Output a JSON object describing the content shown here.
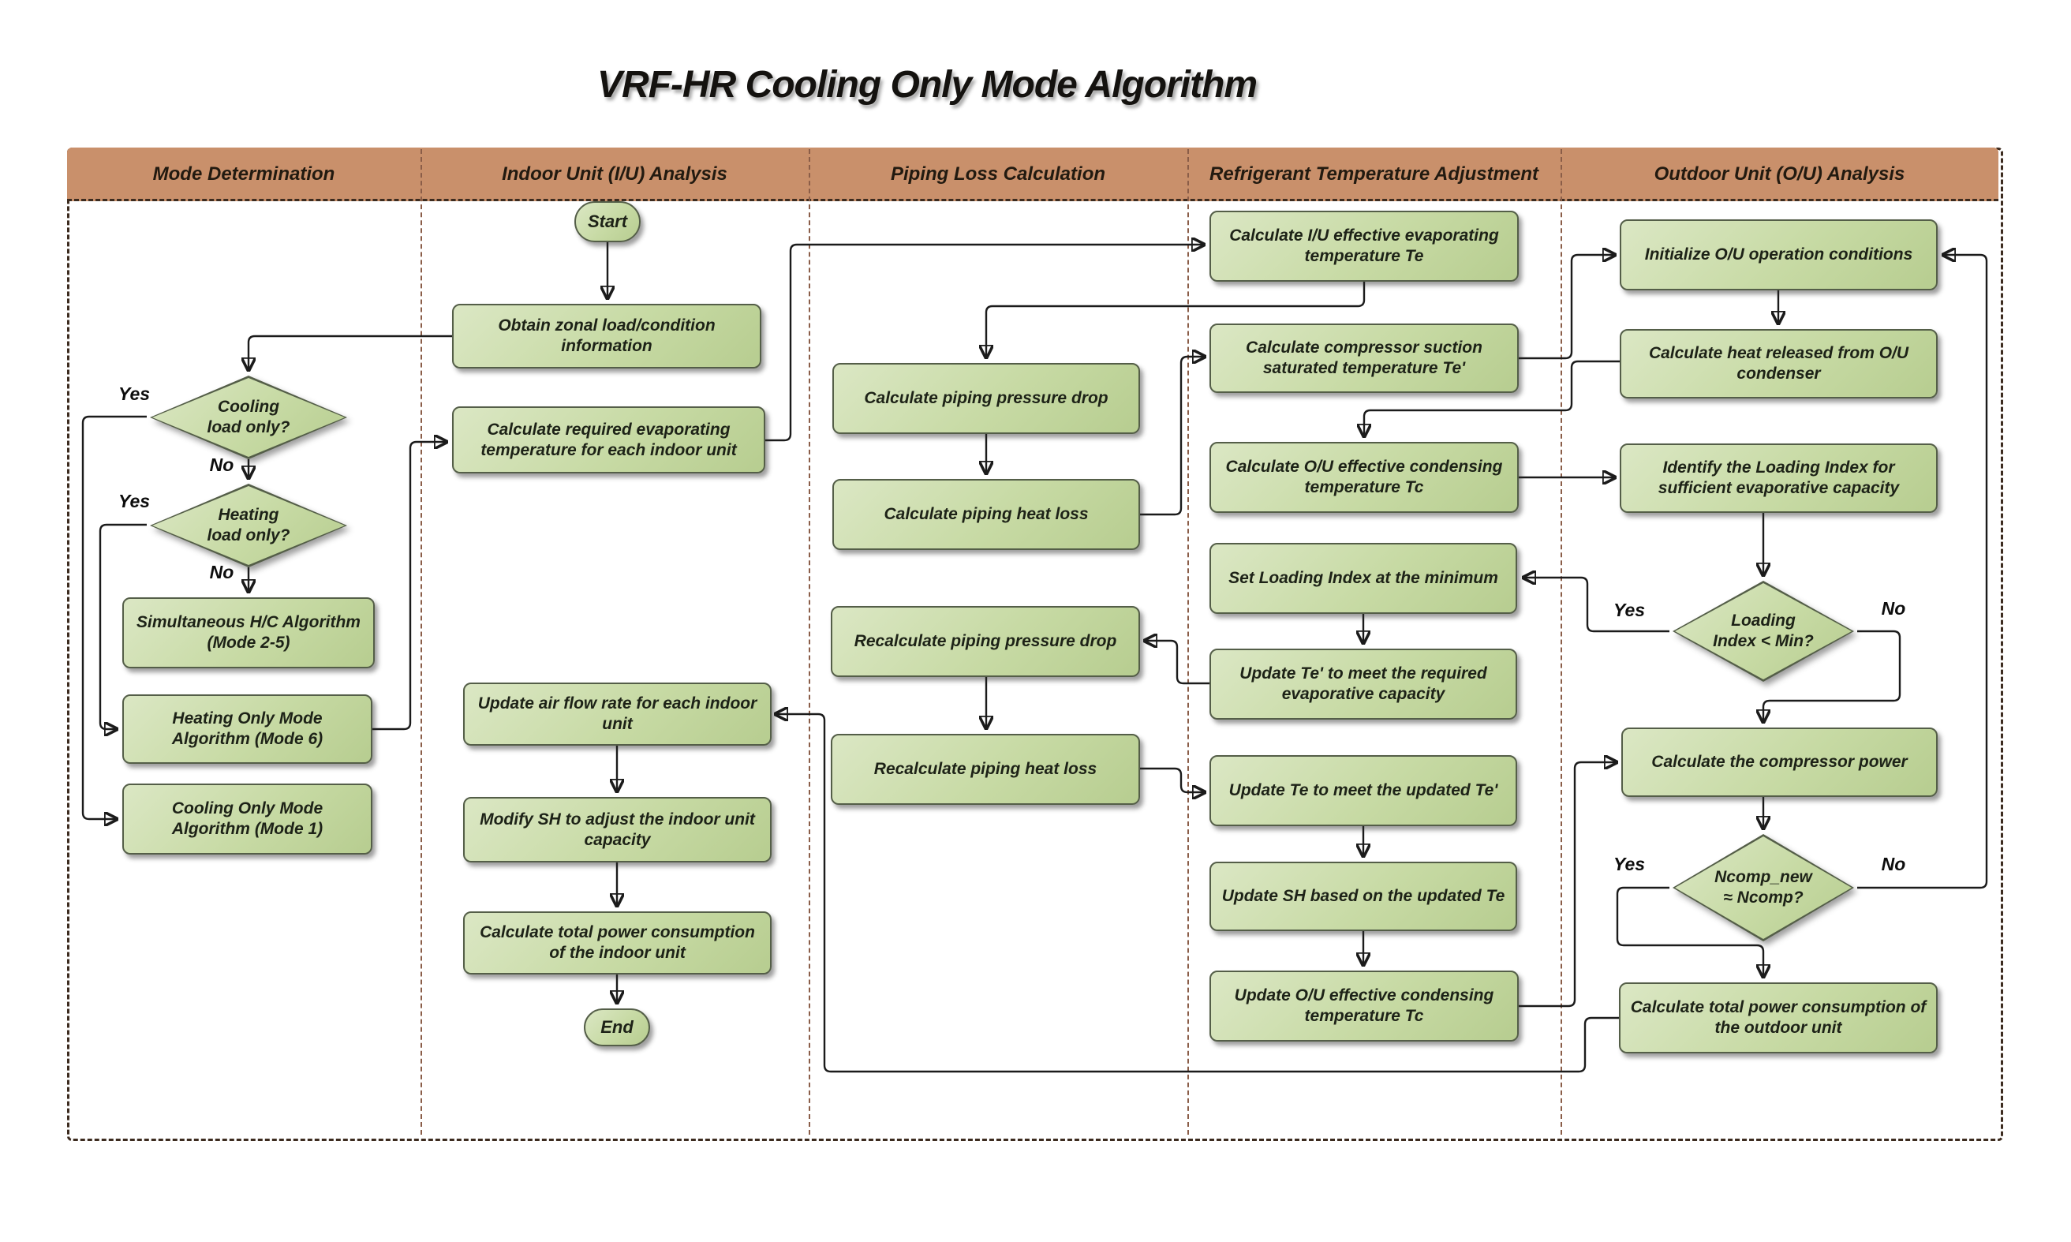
{
  "title": "VRF-HR Cooling Only Mode Algorithm",
  "lanes": [
    {
      "label": "Mode Determination"
    },
    {
      "label": "Indoor Unit (I/U) Analysis"
    },
    {
      "label": "Piping Loss Calculation"
    },
    {
      "label": "Refrigerant Temperature Adjustment"
    },
    {
      "label": "Outdoor Unit (O/U) Analysis"
    }
  ],
  "labels": {
    "yes": "Yes",
    "no": "No"
  },
  "nodes": {
    "start": {
      "label": "Start"
    },
    "end": {
      "label": "End"
    },
    "cooling_load_only": {
      "label": "Cooling\nload only?"
    },
    "heating_load_only": {
      "label": "Heating\nload only?"
    },
    "simultaneous_hc": {
      "label": "Simultaneous H/C Algorithm (Mode 2-5)"
    },
    "heating_only_mode": {
      "label": "Heating Only Mode Algorithm (Mode 6)"
    },
    "cooling_only_mode": {
      "label": "Cooling Only Mode Algorithm (Mode 1)"
    },
    "obtain_zonal": {
      "label": "Obtain zonal load/condition information"
    },
    "calc_required_evap": {
      "label": "Calculate required evaporating temperature for each indoor unit"
    },
    "update_airflow": {
      "label": "Update air flow rate for each indoor unit"
    },
    "modify_sh": {
      "label": "Modify SH to adjust the indoor unit capacity"
    },
    "calc_iu_power": {
      "label": "Calculate total power consumption of the indoor unit"
    },
    "calc_pressure_drop": {
      "label": "Calculate piping pressure drop"
    },
    "calc_heat_loss": {
      "label": "Calculate piping  heat loss"
    },
    "recalc_pressure_drop": {
      "label": "Recalculate piping pressure drop"
    },
    "recalc_heat_loss": {
      "label": "Recalculate piping heat loss"
    },
    "calc_te": {
      "label": "Calculate I/U effective evaporating temperature Te"
    },
    "calc_te_prime": {
      "label": "Calculate compressor suction saturated temperature Te'"
    },
    "calc_tc": {
      "label": "Calculate O/U effective condensing temperature Tc"
    },
    "set_loading_index": {
      "label": "Set Loading Index at the minimum"
    },
    "update_te_prime": {
      "label": "Update Te' to meet the required evaporative capacity"
    },
    "update_te": {
      "label": "Update Te to meet the updated Te'"
    },
    "update_sh": {
      "label": "Update SH based on the updated Te"
    },
    "update_tc": {
      "label": "Update O/U effective condensing temperature Tc"
    },
    "init_ou": {
      "label": "Initialize O/U operation conditions"
    },
    "calc_heat_released": {
      "label": "Calculate heat released from O/U condenser"
    },
    "identify_loading": {
      "label": "Identify the Loading Index for sufficient evaporative capacity"
    },
    "loading_lt_min": {
      "label": "Loading\nIndex < Min?"
    },
    "calc_comp_power": {
      "label": "Calculate the compressor power"
    },
    "ncomp_check": {
      "label": "Ncomp_new\n≈  Ncomp?"
    },
    "calc_ou_power": {
      "label": "Calculate total power consumption of the outdoor unit"
    }
  }
}
